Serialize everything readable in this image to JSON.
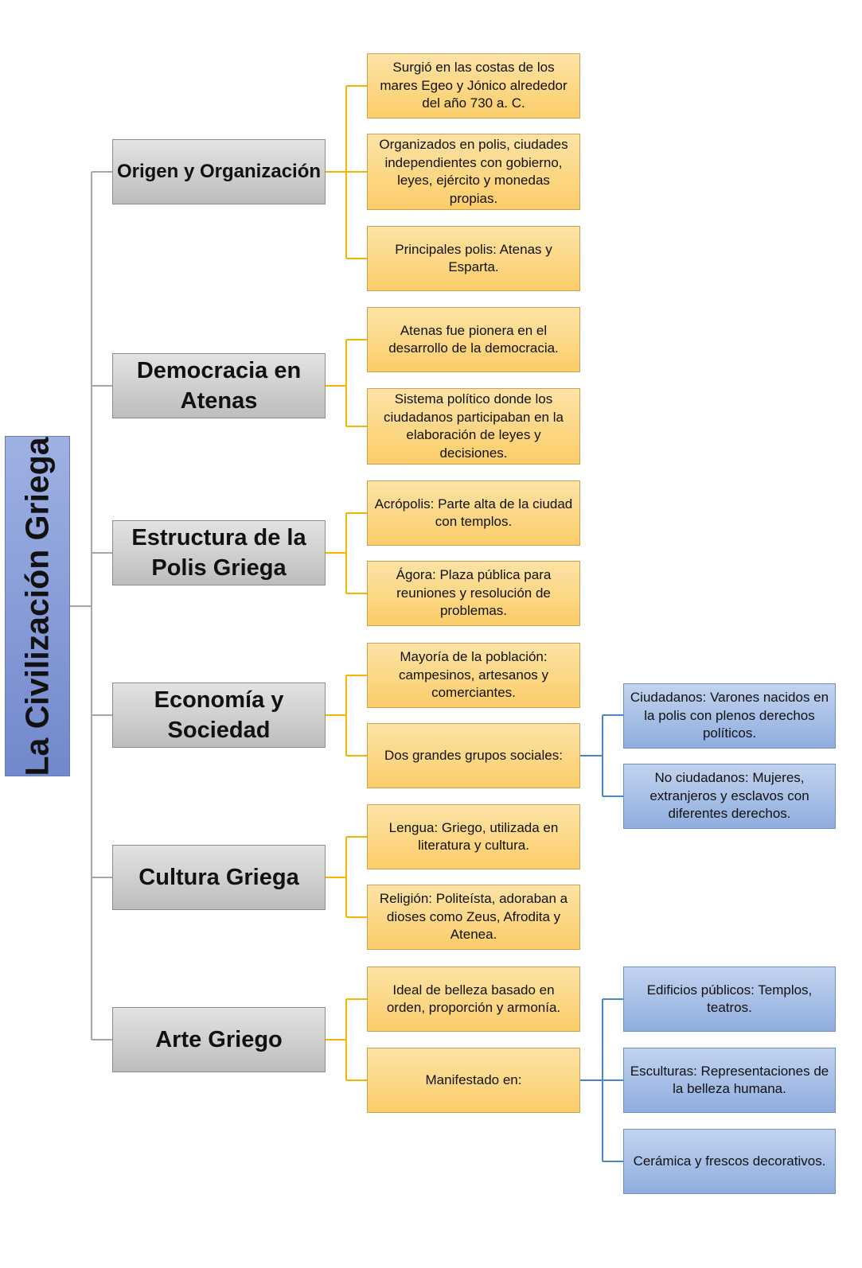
{
  "title": "La Civilización Griega",
  "colors": {
    "root": "#7b8fd0",
    "category": "#c8c8c8",
    "leaf": "#fcd47c",
    "subleaf": "#9db7e2",
    "connector_gray": "#a6a6a6",
    "connector_gold": "#f4b400",
    "connector_blue": "#4a86c8"
  },
  "sections": [
    {
      "label": "Origen y Organización",
      "items": [
        {
          "text": "Surgió en las costas de los mares Egeo y Jónico alrededor del año 730 a. C."
        },
        {
          "text": "Organizados en polis, ciudades independientes con gobierno, leyes, ejército y monedas propias."
        },
        {
          "text": "Principales polis: Atenas y Esparta."
        }
      ]
    },
    {
      "label": "Democracia en Atenas",
      "items": [
        {
          "text": "Atenas fue pionera en el desarrollo de la democracia."
        },
        {
          "text": "Sistema político donde los ciudadanos participaban en la elaboración de leyes y decisiones."
        }
      ]
    },
    {
      "label": "Estructura de la Polis Griega",
      "items": [
        {
          "text": "Acrópolis: Parte alta de la ciudad con templos."
        },
        {
          "text": "Ágora: Plaza pública para reuniones y resolución de problemas."
        }
      ]
    },
    {
      "label": "Economía y Sociedad",
      "items": [
        {
          "text": "Mayoría de la población: campesinos, artesanos y comerciantes."
        },
        {
          "text": "Dos grandes grupos sociales:",
          "sub": [
            "Ciudadanos: Varones nacidos en la polis con plenos derechos políticos.",
            "No ciudadanos: Mujeres, extranjeros y esclavos con diferentes derechos."
          ]
        }
      ]
    },
    {
      "label": "Cultura Griega",
      "items": [
        {
          "text": "Lengua: Griego, utilizada en literatura y cultura."
        },
        {
          "text": "Religión: Politeísta, adoraban a dioses como Zeus, Afrodita y Atenea."
        }
      ]
    },
    {
      "label": "Arte Griego",
      "items": [
        {
          "text": "Ideal de belleza basado en orden, proporción y armonía."
        },
        {
          "text": "Manifestado en:",
          "sub": [
            "Edificios públicos: Templos, teatros.",
            "Esculturas: Representaciones de la belleza humana.",
            "Cerámica y frescos decorativos."
          ]
        }
      ]
    }
  ]
}
